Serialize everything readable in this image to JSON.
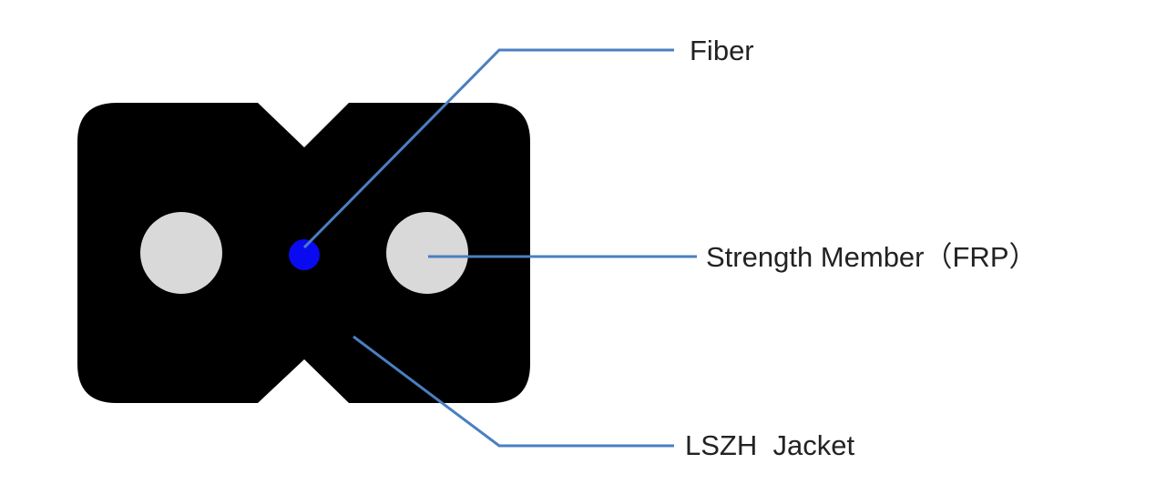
{
  "labels": {
    "fiber": "Fiber",
    "strength_member": "Strength Member（FRP）",
    "jacket": "LSZH  Jacket"
  },
  "colors": {
    "jacket": "#000000",
    "strength_member": "#d9d9d9",
    "fiber": "#0a0af0",
    "leader_line": "#4a7fc1"
  }
}
